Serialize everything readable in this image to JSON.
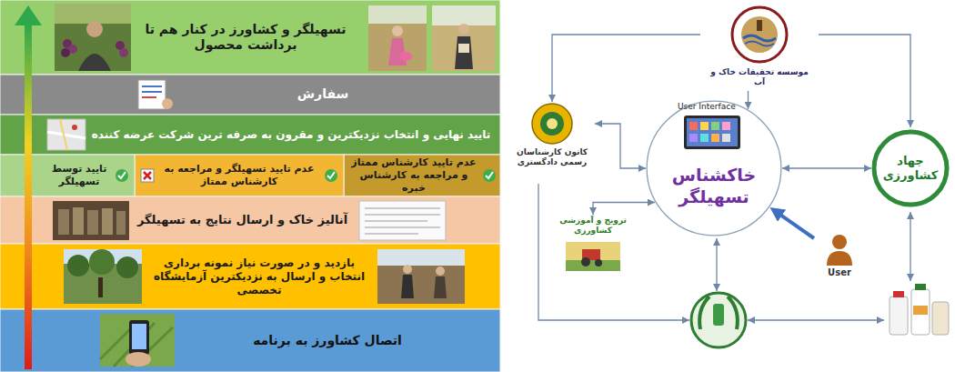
{
  "diagram": {
    "nodes": [
      {
        "text": [
          "تسهیلگر و کشاورز در کنار هم تا برداشت محصول"
        ]
      },
      {
        "text": [
          "سفارش"
        ]
      },
      {
        "text": [
          "تایید نهایی و انتخاب نزدیکترین و مقرون به صرفه ترین شرکت عرضه کننده"
        ]
      },
      {
        "text": [
          "عدم تایید کارشناس ممتاز و مراجعه به کارشناس خبره"
        ]
      },
      {
        "text": [
          "عدم تایید تسهیلگر و مراجعه به کارشناس ممتاز"
        ]
      },
      {
        "text": [
          "تایید توسط تسهیلگر"
        ]
      },
      {
        "text": [
          "آنالیز خاک و ارسال نتایج به تسهیلگر"
        ]
      },
      {
        "text": [
          "بازدید و در صورت نیاز نمونه برداری انتخاب و ارسال به نزدیکترین آزمایشگاه تخصصی"
        ]
      },
      {
        "text": [
          "اتصال کشاورز به برنامه"
        ]
      },
      {
        "text": [
          "موسسه تحقیقات خاک و آب"
        ]
      },
      {
        "text": [
          "کانون کارشناسان رسمی دادگستری"
        ]
      },
      {
        "text": [
          "خاکشناس تسهیلگر"
        ]
      },
      {
        "text": [
          "جهاد کشاورزی"
        ]
      },
      {
        "text": [
          "ترویج و آموزشی کشاورزی"
        ]
      },
      {
        "text": [
          "User"
        ]
      }
    ],
    "edges": [
      {
        "from": 9,
        "to": 11,
        "arrow": "to"
      },
      {
        "from": 9,
        "to": 12,
        "arrow": "to"
      },
      {
        "from": 9,
        "to": 10,
        "arrow": "to"
      },
      {
        "from": 11,
        "to": 12,
        "arrow": "both"
      },
      {
        "from": 10,
        "to": 11,
        "arrow": "both"
      },
      {
        "from": 13,
        "to": 11,
        "arrow": "both"
      },
      {
        "from": 14,
        "to": 11,
        "arrow": "to"
      }
    ],
    "labels": [
      "User Interface"
    ]
  }
}
